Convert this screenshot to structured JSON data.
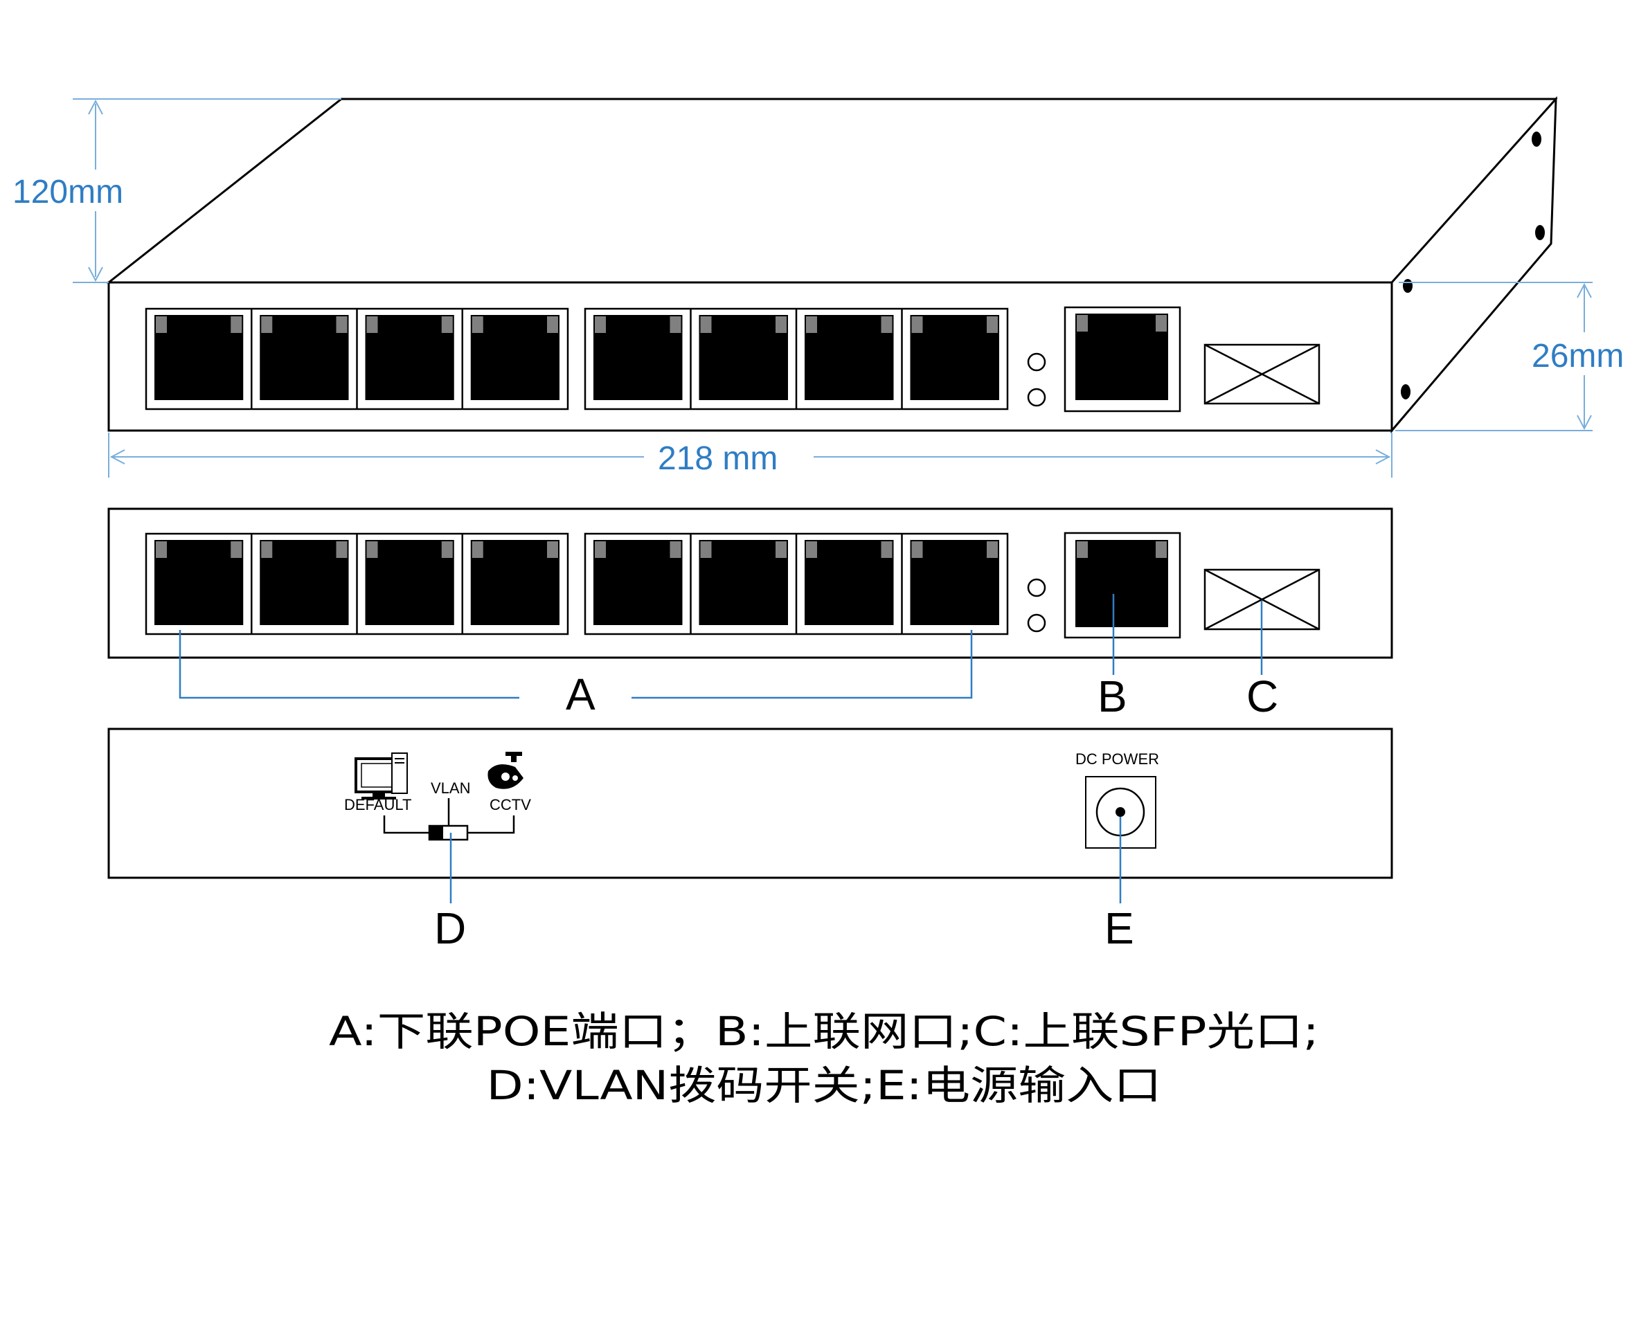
{
  "dimensions": {
    "depth": "120mm",
    "width": "218 mm",
    "height": "26mm"
  },
  "callouts": {
    "a": "A",
    "b": "B",
    "c": "C",
    "d": "D",
    "e": "E"
  },
  "rear_panel": {
    "vlan_switch_label": "VLAN",
    "default_label": "DEFAULT",
    "cctv_label": "CCTV",
    "power_label": "DC POWER"
  },
  "legend": {
    "line1": "A:下联POE端口；B:上联网口;C:上联SFP光口;",
    "line2": "D:VLAN拨码开关;E:电源输入口"
  },
  "colors": {
    "dimension_text": "#2f7dc4",
    "dimension_line": "#79aedc",
    "leader_line": "#2f7dc4",
    "port_fill": "#000000",
    "port_latch": "#808080"
  },
  "icons": {
    "computer": "computer-icon",
    "camera": "cctv-camera-icon",
    "switch": "dip-switch-icon",
    "dc_jack": "dc-jack-icon",
    "led": "led-indicator-icon",
    "sfp": "sfp-slot-icon"
  }
}
